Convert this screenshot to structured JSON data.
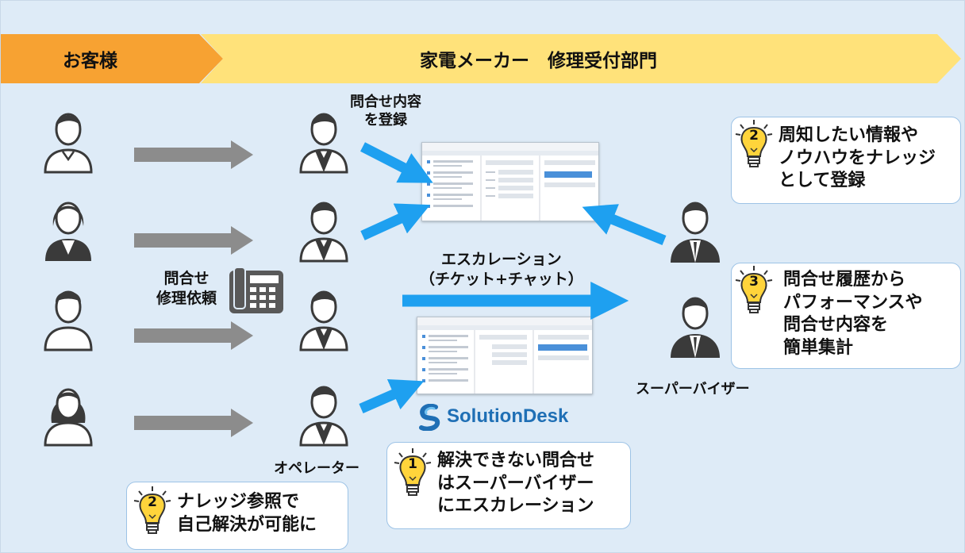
{
  "header": {
    "customer": "お客様",
    "department": "家電メーカー　修理受付部門"
  },
  "labels": {
    "register_line1": "問合せ内容",
    "register_line2": "を登録",
    "inquiry_line1": "問合せ",
    "inquiry_line2": "修理依頼",
    "escalation_line1": "エスカレーション",
    "escalation_line2": "（チケット+チャット）",
    "operator": "オペレーター",
    "supervisor": "スーパーバイザー"
  },
  "logo": {
    "text": "SolutionDesk",
    "color": "#1f6fb5"
  },
  "callouts": [
    {
      "number": "2",
      "lines": [
        "周知したい情報や",
        "ノウハウをナレッジ",
        "として登録"
      ]
    },
    {
      "number": "3",
      "lines": [
        "問合せ履歴から",
        "パフォーマンスや",
        "問合せ内容を",
        "簡単集計"
      ]
    },
    {
      "number": "1",
      "lines": [
        "解決できない問合せ",
        "はスーパーバイザー",
        "にエスカレーション"
      ]
    },
    {
      "number": "2",
      "lines": [
        "ナレッジ参照で",
        "自己解決が可能に"
      ]
    }
  ],
  "colors": {
    "background": "#deebf7",
    "header_customer": "#f7a232",
    "header_department": "#ffe27a",
    "arrow_blue": "#1ea0f0",
    "arrow_gray": "#8c8c8c",
    "person": "#3a3a3a",
    "bulb": "#ffd43b"
  },
  "icons": {
    "customer": "customer-person-icon",
    "operator": "operator-person-icon",
    "supervisor": "supervisor-person-icon",
    "phone": "desk-phone-icon",
    "bulb": "lightbulb-icon"
  }
}
